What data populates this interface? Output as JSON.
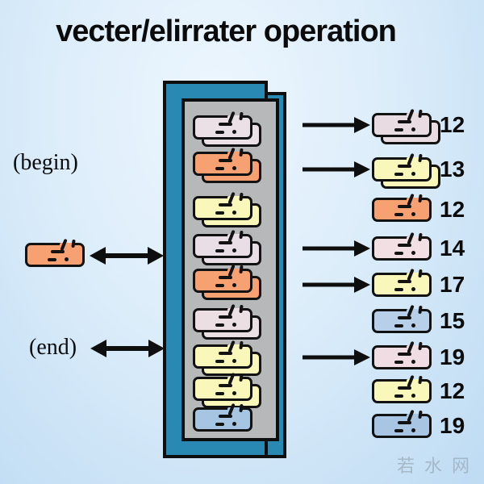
{
  "title": "vecter/elirrater operation",
  "labels": {
    "begin": "(begin)",
    "end": "(end)"
  },
  "watermark": "若水网",
  "palette": {
    "teal": "#2989b2",
    "gray": "#b7b8ba",
    "outline": "#0e0e0e",
    "background_light": "#edf6fe",
    "background_dark": "#bedbf3",
    "orange": "#f7a173",
    "pink": "#ece0e7",
    "yellow": "#f9f7ba",
    "blue": "#a5c5e2"
  },
  "begin_cell": {
    "color": "#f7a173"
  },
  "vector_cells": [
    {
      "color": "#ece0e7",
      "stacked": true
    },
    {
      "color": "#f7a173",
      "stacked": true
    },
    {
      "color": "#f9f7ba",
      "stacked": true
    },
    {
      "color": "#e9dde6",
      "stacked": true
    },
    {
      "color": "#f7a173",
      "stacked": true
    },
    {
      "color": "#ecdfe4",
      "stacked": true
    },
    {
      "color": "#f9f7ba",
      "stacked": true
    },
    {
      "color": "#f9f7ba",
      "stacked": true
    },
    {
      "color": "#a5c5e2",
      "stacked": false
    }
  ],
  "output_rows": [
    {
      "value": "12",
      "color": "#e8dbe2",
      "arrow": true,
      "stacked": true
    },
    {
      "value": "13",
      "color": "#f9f7ba",
      "arrow": true,
      "stacked": true
    },
    {
      "value": "12",
      "color": "#f7a173",
      "arrow": false,
      "stacked": false
    },
    {
      "value": "14",
      "color": "#f2dfe3",
      "arrow": true,
      "stacked": false
    },
    {
      "value": "17",
      "color": "#f9f7ba",
      "arrow": true,
      "stacked": false
    },
    {
      "value": "15",
      "color": "#b7cfe8",
      "arrow": false,
      "stacked": false
    },
    {
      "value": "19",
      "color": "#f0dde3",
      "arrow": true,
      "stacked": false
    },
    {
      "value": "12",
      "color": "#f9f7ba",
      "arrow": false,
      "stacked": false
    },
    {
      "value": "19",
      "color": "#a8c6e3",
      "arrow": false,
      "stacked": false
    }
  ]
}
